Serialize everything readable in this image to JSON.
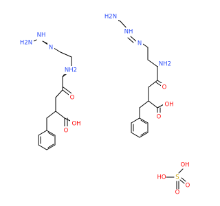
{
  "colors": {
    "bond": "#000000",
    "N": "#3050F8",
    "O": "#FF0D0D",
    "S": "#C8A000",
    "background": "#ffffff"
  },
  "molecule_a": {
    "labels": {
      "h2n": "H2N",
      "nh": "NH",
      "n_imine": "N",
      "nh2": "NH2",
      "o_ketone": "O",
      "o_acid": "O",
      "oh_acid": "OH"
    }
  },
  "molecule_b": {
    "labels": {
      "h2n": "H2N",
      "nh": "NH",
      "n_imine": "N",
      "nh2": "NH2",
      "o_ketone": "O",
      "o_acid": "O",
      "oh_acid": "OH"
    }
  },
  "sulfate": {
    "labels": {
      "ho_left": "HO",
      "s": "S",
      "oh_top": "OH",
      "o_double": "O",
      "o_bottom": "O"
    }
  }
}
